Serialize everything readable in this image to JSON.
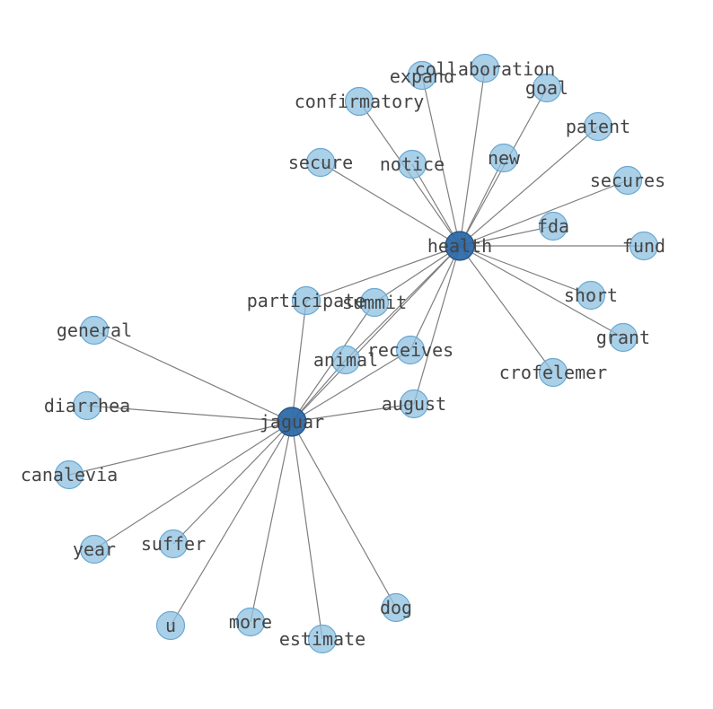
{
  "colors": {
    "hub_fill": "#2e6aa8",
    "hub_stroke": "#1f4f82",
    "leaf_fill": "#8ec0e0",
    "leaf_stroke": "#6aa9d4",
    "edge": "#7f7f7f",
    "label": "#444444"
  },
  "nodes": [
    {
      "id": "health",
      "label": "health",
      "hub": true
    },
    {
      "id": "jaguar",
      "label": "jaguar",
      "hub": true
    },
    {
      "id": "collaboration",
      "label": "collaboration"
    },
    {
      "id": "expand",
      "label": "expand"
    },
    {
      "id": "goal",
      "label": "goal"
    },
    {
      "id": "confirmatory",
      "label": "confirmatory"
    },
    {
      "id": "patent",
      "label": "patent"
    },
    {
      "id": "new",
      "label": "new"
    },
    {
      "id": "secure",
      "label": "secure"
    },
    {
      "id": "notice",
      "label": "notice"
    },
    {
      "id": "secures",
      "label": "secures"
    },
    {
      "id": "fda",
      "label": "fda"
    },
    {
      "id": "fund",
      "label": "fund"
    },
    {
      "id": "short",
      "label": "short"
    },
    {
      "id": "participate",
      "label": "participate"
    },
    {
      "id": "summit",
      "label": "summit"
    },
    {
      "id": "grant",
      "label": "grant"
    },
    {
      "id": "general",
      "label": "general"
    },
    {
      "id": "receives",
      "label": "receives"
    },
    {
      "id": "animal",
      "label": "animal"
    },
    {
      "id": "crofelemer",
      "label": "crofelemer"
    },
    {
      "id": "diarrhea",
      "label": "diarrhea"
    },
    {
      "id": "august",
      "label": "august"
    },
    {
      "id": "canalevia",
      "label": "canalevia"
    },
    {
      "id": "year",
      "label": "year"
    },
    {
      "id": "suffer",
      "label": "suffer"
    },
    {
      "id": "u",
      "label": "u"
    },
    {
      "id": "more",
      "label": "more"
    },
    {
      "id": "estimate",
      "label": "estimate"
    },
    {
      "id": "dog",
      "label": "dog"
    }
  ],
  "edges": [
    [
      "health",
      "collaboration"
    ],
    [
      "health",
      "expand"
    ],
    [
      "health",
      "goal"
    ],
    [
      "health",
      "confirmatory"
    ],
    [
      "health",
      "patent"
    ],
    [
      "health",
      "new"
    ],
    [
      "health",
      "secure"
    ],
    [
      "health",
      "notice"
    ],
    [
      "health",
      "secures"
    ],
    [
      "health",
      "fda"
    ],
    [
      "health",
      "fund"
    ],
    [
      "health",
      "short"
    ],
    [
      "health",
      "grant"
    ],
    [
      "health",
      "crofelemer"
    ],
    [
      "health",
      "participate"
    ],
    [
      "health",
      "summit"
    ],
    [
      "health",
      "receives"
    ],
    [
      "health",
      "animal"
    ],
    [
      "health",
      "august"
    ],
    [
      "health",
      "jaguar"
    ],
    [
      "jaguar",
      "participate"
    ],
    [
      "jaguar",
      "summit"
    ],
    [
      "jaguar",
      "animal"
    ],
    [
      "jaguar",
      "receives"
    ],
    [
      "jaguar",
      "august"
    ],
    [
      "jaguar",
      "general"
    ],
    [
      "jaguar",
      "diarrhea"
    ],
    [
      "jaguar",
      "canalevia"
    ],
    [
      "jaguar",
      "year"
    ],
    [
      "jaguar",
      "suffer"
    ],
    [
      "jaguar",
      "u"
    ],
    [
      "jaguar",
      "more"
    ],
    [
      "jaguar",
      "estimate"
    ],
    [
      "jaguar",
      "dog"
    ]
  ]
}
